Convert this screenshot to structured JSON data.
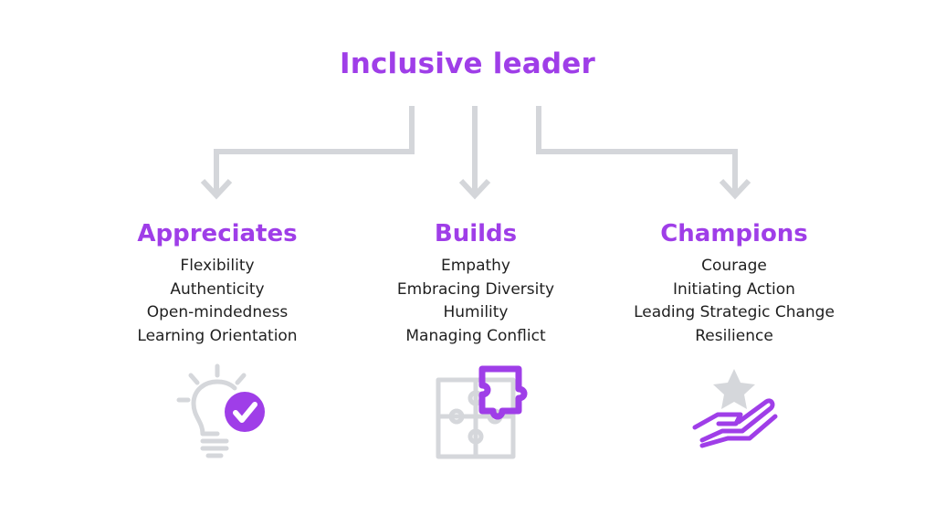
{
  "title": "Inclusive leader",
  "colors": {
    "accent": "#9f3ee8",
    "connector": "#d4d6da",
    "text": "#1f1f1f",
    "icon_gray": "#d5d7db"
  },
  "columns": [
    {
      "heading": "Appreciates",
      "traits": [
        "Flexibility",
        "Authenticity",
        "Open-mindedness",
        "Learning Orientation"
      ],
      "icon": "lightbulb-check-icon"
    },
    {
      "heading": "Builds",
      "traits": [
        "Empathy",
        "Embracing Diversity",
        "Humility",
        "Managing Conflict"
      ],
      "icon": "puzzle-pieces-icon"
    },
    {
      "heading": "Champions",
      "traits": [
        "Courage",
        "Initiating Action",
        "Leading Strategic Change",
        "Resilience"
      ],
      "icon": "hand-star-icon"
    }
  ]
}
